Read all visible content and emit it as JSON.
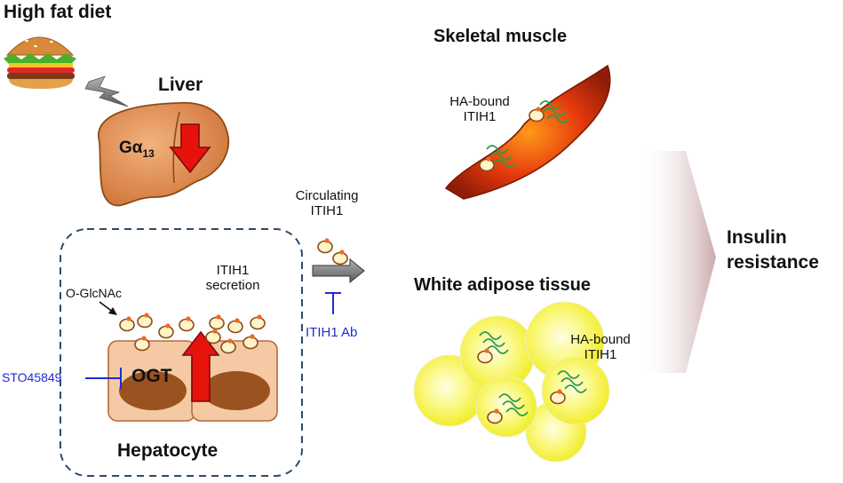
{
  "title": "High fat diet",
  "liver": {
    "label": "Liver",
    "protein_main": "Gα",
    "protein_sub": "13"
  },
  "skeletal_muscle": {
    "label": "Skeletal muscle",
    "ha_line1": "HA-bound",
    "ha_line2": "ITIH1"
  },
  "circulating": {
    "line1": "Circulating",
    "line2": "ITIH1"
  },
  "antibody": "ITIH1 Ab",
  "adipose": {
    "label": "White adipose tissue",
    "ha_line1": "HA-bound",
    "ha_line2": "ITIH1"
  },
  "outcome": {
    "line1": "Insulin",
    "line2": "resistance"
  },
  "hepatocyte": {
    "label": "Hepatocyte",
    "oglcnac": "O-GlcNAc",
    "secretion_line1": "ITIH1",
    "secretion_line2": "secretion",
    "ogt": "OGT",
    "inhibitor": "STO45849"
  },
  "colors": {
    "arrow_red": "#e8120c",
    "cell_fill": "#f4c9a4",
    "cell_border": "#b76a3a",
    "nucleus": "#9a5320",
    "liver": "#e08a4f",
    "muscle": "#d63a10",
    "adipocyte": "#f6f24a",
    "inhibit_blue": "#1f2bd6",
    "dashed_border": "#2e4a6b",
    "ha_green": "#2e9a4a"
  },
  "icons": [
    "burger-icon",
    "lightning-icon",
    "inhibition-icon",
    "arrow-icon"
  ]
}
